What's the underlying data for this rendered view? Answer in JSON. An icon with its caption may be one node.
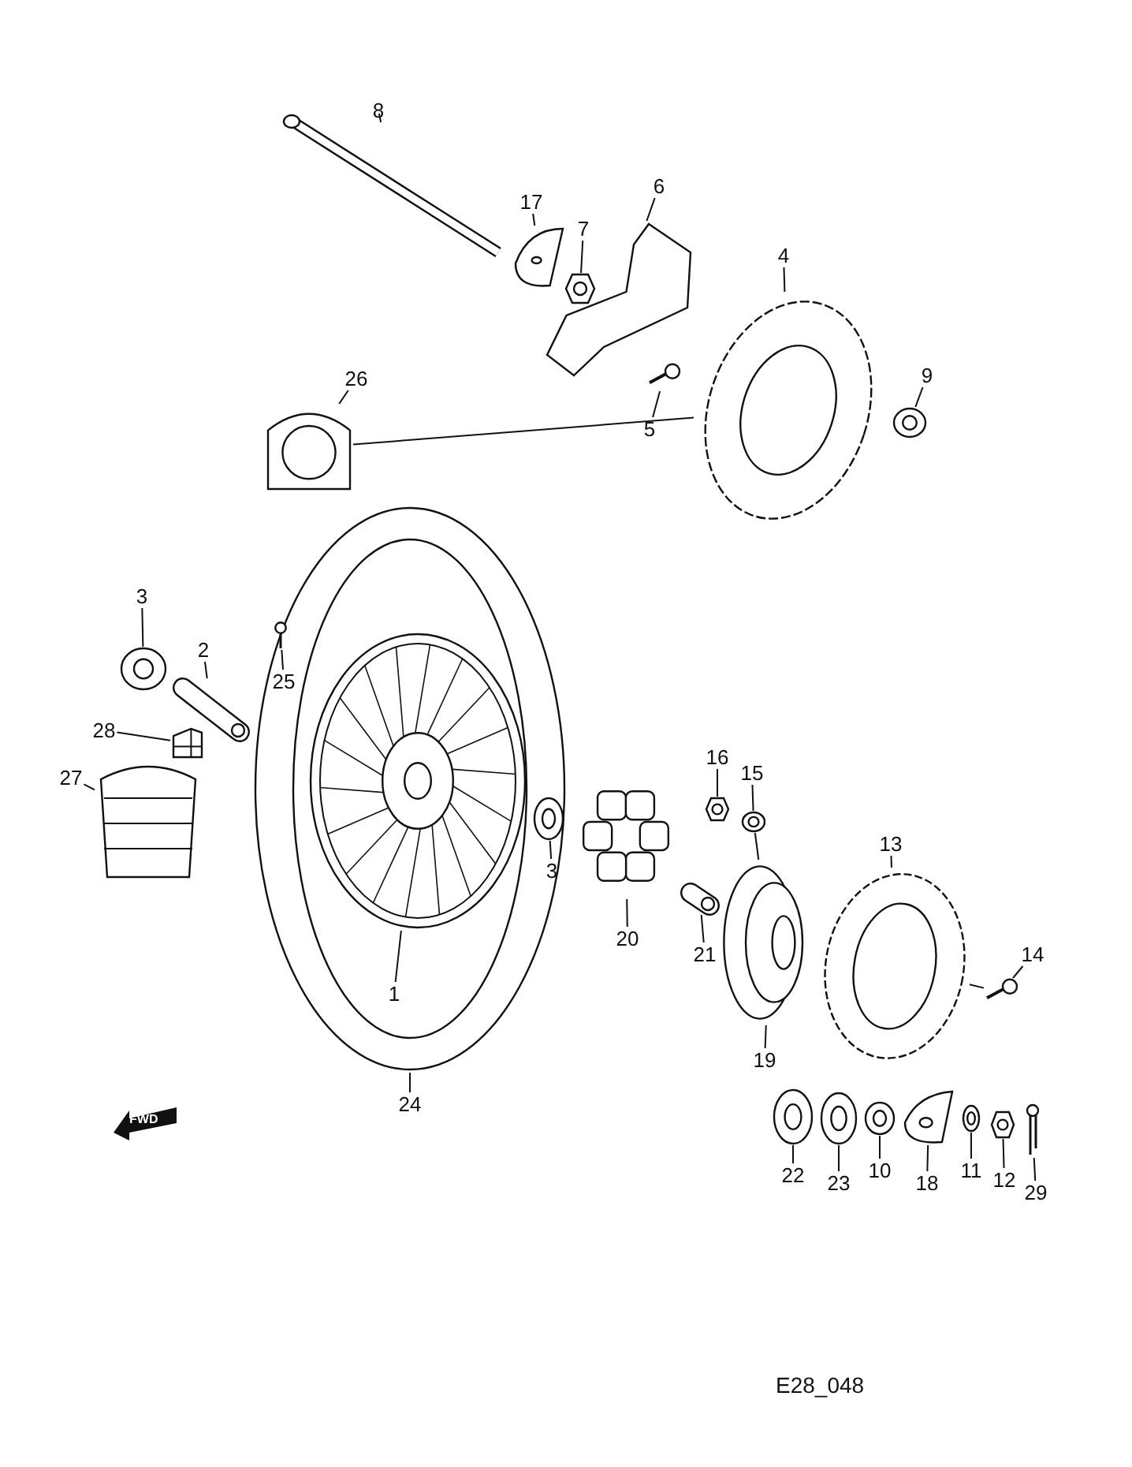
{
  "diagram": {
    "nodes": [
      {
        "text": [
          "8"
        ]
      },
      {
        "text": [],
        "shape": "picture"
      },
      {
        "text": [
          "17"
        ]
      },
      {
        "text": [],
        "shape": "picture"
      },
      {
        "text": [
          "7"
        ]
      },
      {
        "text": [],
        "shape": "picture"
      },
      {
        "text": [
          "6"
        ]
      },
      {
        "text": [],
        "shape": "picture"
      },
      {
        "text": [
          "4"
        ]
      },
      {
        "text": [],
        "shape": "picture"
      },
      {
        "text": [
          "9"
        ]
      },
      {
        "text": [],
        "shape": "picture"
      },
      {
        "text": [
          "5"
        ]
      },
      {
        "text": [],
        "shape": "picture"
      },
      {
        "text": [
          "26"
        ]
      },
      {
        "text": [],
        "shape": "picture"
      },
      {
        "text": [
          "3"
        ]
      },
      {
        "text": [],
        "shape": "picture"
      },
      {
        "text": [
          "2"
        ]
      },
      {
        "text": [],
        "shape": "picture"
      },
      {
        "text": [
          "25"
        ],
        "in": 43
      },
      {
        "text": [],
        "shape": "picture",
        "in": 43
      },
      {
        "text": [
          "28"
        ]
      },
      {
        "text": [],
        "shape": "picture"
      },
      {
        "text": [
          "27"
        ]
      },
      {
        "text": [],
        "shape": "picture"
      },
      {
        "text": [
          "16"
        ]
      },
      {
        "text": [],
        "shape": "picture"
      },
      {
        "text": [
          "15"
        ]
      },
      {
        "text": [],
        "shape": "picture"
      },
      {
        "text": [
          "13"
        ]
      },
      {
        "text": [],
        "shape": "picture"
      },
      {
        "text": [
          "14"
        ]
      },
      {
        "text": [],
        "shape": "picture"
      },
      {
        "text": [
          "3"
        ],
        "in": 43
      },
      {
        "text": [],
        "shape": "picture",
        "in": 43
      },
      {
        "text": [
          "21"
        ]
      },
      {
        "text": [],
        "shape": "picture"
      },
      {
        "text": [
          "20"
        ]
      },
      {
        "text": [],
        "shape": "picture"
      },
      {
        "text": [
          "1"
        ],
        "in": 43
      },
      {
        "text": [],
        "shape": "picture",
        "in": 43
      },
      {
        "text": [
          "24"
        ]
      },
      {
        "text": [],
        "shape": "picture"
      },
      {
        "text": [
          "19"
        ]
      },
      {
        "text": [],
        "shape": "picture"
      },
      {
        "text": [
          "22"
        ]
      },
      {
        "text": [],
        "shape": "picture"
      },
      {
        "text": [
          "23"
        ]
      },
      {
        "text": [],
        "shape": "picture"
      },
      {
        "text": [
          "10"
        ]
      },
      {
        "text": [],
        "shape": "picture"
      },
      {
        "text": [
          "18"
        ]
      },
      {
        "text": [],
        "shape": "picture"
      },
      {
        "text": [
          "11"
        ]
      },
      {
        "text": [],
        "shape": "picture"
      },
      {
        "text": [
          "12"
        ]
      },
      {
        "text": [],
        "shape": "picture"
      },
      {
        "text": [
          "29"
        ]
      },
      {
        "text": [],
        "shape": "picture"
      }
    ],
    "edges": [
      {
        "from": 0,
        "to": 1,
        "arrow": "none"
      },
      {
        "from": 2,
        "to": 3,
        "arrow": "none"
      },
      {
        "from": 4,
        "to": 5,
        "arrow": "none"
      },
      {
        "from": 6,
        "to": 7,
        "arrow": "none"
      },
      {
        "from": 8,
        "to": 9,
        "arrow": "none"
      },
      {
        "from": 10,
        "to": 11,
        "arrow": "none"
      },
      {
        "from": 12,
        "to": 13,
        "arrow": "none"
      },
      {
        "from": 14,
        "to": 15,
        "arrow": "none"
      },
      {
        "from": 16,
        "to": 17,
        "arrow": "none"
      },
      {
        "from": 18,
        "to": 19,
        "arrow": "none"
      },
      {
        "from": 20,
        "to": 21,
        "arrow": "none"
      },
      {
        "from": 22,
        "to": 23,
        "arrow": "none"
      },
      {
        "from": 24,
        "to": 25,
        "arrow": "none"
      },
      {
        "from": 26,
        "to": 27,
        "arrow": "none"
      },
      {
        "from": 28,
        "to": 29,
        "arrow": "none"
      },
      {
        "from": 30,
        "to": 31,
        "arrow": "none"
      },
      {
        "from": 32,
        "to": 33,
        "arrow": "none"
      },
      {
        "from": 34,
        "to": 35,
        "arrow": "none"
      },
      {
        "from": 36,
        "to": 37,
        "arrow": "none"
      },
      {
        "from": 38,
        "to": 39,
        "arrow": "none"
      },
      {
        "from": 40,
        "to": 41,
        "arrow": "none"
      },
      {
        "from": 42,
        "to": 43,
        "arrow": "none"
      },
      {
        "from": 44,
        "to": 45,
        "arrow": "none"
      },
      {
        "from": 46,
        "to": 47,
        "arrow": "none"
      },
      {
        "from": 48,
        "to": 49,
        "arrow": "none"
      },
      {
        "from": 50,
        "to": 51,
        "arrow": "none"
      },
      {
        "from": 52,
        "to": 53,
        "arrow": "none"
      },
      {
        "from": 54,
        "to": 55,
        "arrow": "none"
      },
      {
        "from": 56,
        "to": 57,
        "arrow": "none"
      },
      {
        "from": 58,
        "to": 59,
        "arrow": "none"
      },
      {
        "from": 9,
        "to": 15,
        "arrow": "none"
      },
      {
        "from": 29,
        "to": 45,
        "arrow": "none"
      },
      {
        "from": 33,
        "to": 31,
        "arrow": "none"
      }
    ],
    "labels": [
      "FWD",
      "E28_048"
    ]
  }
}
